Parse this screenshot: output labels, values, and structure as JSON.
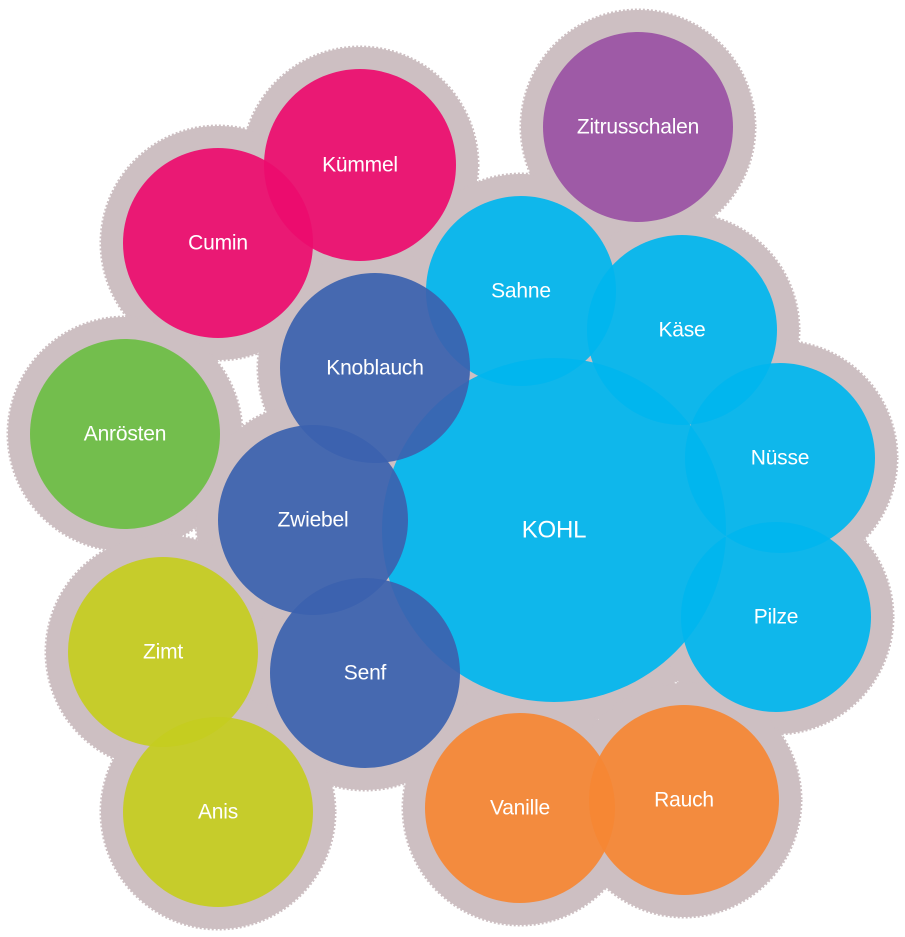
{
  "diagram": {
    "center": {
      "id": "kohl",
      "label": "KOHL",
      "color": "#00b6ee"
    },
    "nodes": [
      {
        "id": "zitrusschalen",
        "label": "Zitrusschalen",
        "color": "#9a52a4"
      },
      {
        "id": "kuemmel",
        "label": "Kümmel",
        "color": "#ec0c6e"
      },
      {
        "id": "cumin",
        "label": "Cumin",
        "color": "#ec0c6e"
      },
      {
        "id": "sahne",
        "label": "Sahne",
        "color": "#00b6ee"
      },
      {
        "id": "kaese",
        "label": "Käse",
        "color": "#00b6ee"
      },
      {
        "id": "knoblauch",
        "label": "Knoblauch",
        "color": "#3b62ae"
      },
      {
        "id": "anroesten",
        "label": "Anrösten",
        "color": "#6cbd44"
      },
      {
        "id": "nuesse",
        "label": "Nüsse",
        "color": "#00b6ee"
      },
      {
        "id": "zwiebel",
        "label": "Zwiebel",
        "color": "#3b62ae"
      },
      {
        "id": "pilze",
        "label": "Pilze",
        "color": "#00b6ee"
      },
      {
        "id": "zimt",
        "label": "Zimt",
        "color": "#c5cc1f"
      },
      {
        "id": "senf",
        "label": "Senf",
        "color": "#3b62ae"
      },
      {
        "id": "anis",
        "label": "Anis",
        "color": "#c5cc1f"
      },
      {
        "id": "vanille",
        "label": "Vanille",
        "color": "#f58634"
      },
      {
        "id": "rauch",
        "label": "Rauch",
        "color": "#f58634"
      }
    ],
    "background_color": "#cdbfc2"
  }
}
